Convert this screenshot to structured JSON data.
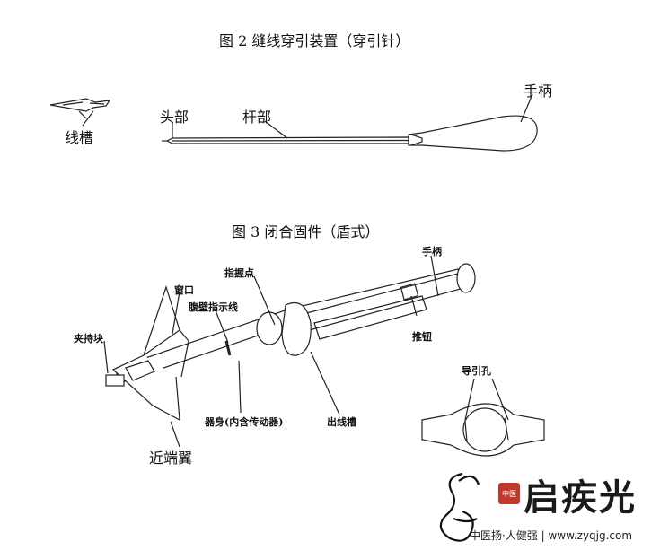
{
  "figure2": {
    "title": "图 2  缝线穿引装置（穿引针）",
    "labels": {
      "thread_groove": "线槽",
      "head": "头部",
      "shaft": "杆部",
      "handle": "手柄"
    }
  },
  "figure3": {
    "title": "图 3  闭合固件（盾式）",
    "labels": {
      "window": "窗口",
      "grip_point": "指握点",
      "handle": "手柄",
      "clamp_block": "夹持块",
      "wall_indicator": "腹壁指示线",
      "push_button": "推钮",
      "guide_hole": "导引孔",
      "body": "器身(内含传动器)",
      "outlet_groove": "出线槽",
      "near_wing": "近端翼"
    }
  },
  "watermark": {
    "brand": "启疾光",
    "slogan": "中医扬·人健强 | www.zyqjg.com",
    "seal_text": "中医"
  },
  "colors": {
    "line": "#222222",
    "background": "#ffffff",
    "seal": "#c0392b"
  }
}
